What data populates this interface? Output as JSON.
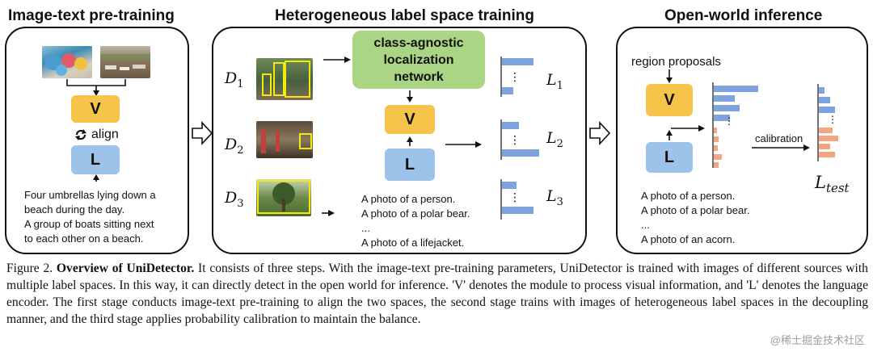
{
  "stages": {
    "pretrain": {
      "title": "Image-text pre-training",
      "v_label": "V",
      "l_label": "L",
      "align_label": "align",
      "captions": [
        "Four umbrellas lying down a",
        "beach during the day.",
        "A group of boats sitting next",
        "to each other on a beach."
      ]
    },
    "hetero": {
      "title": "Heterogeneous label space training",
      "localizer_lines": [
        "class-agnostic",
        "localization",
        "network"
      ],
      "v_label": "V",
      "l_label": "L",
      "datasets": [
        {
          "sym": "D",
          "sub": "1"
        },
        {
          "sym": "D",
          "sub": "2"
        },
        {
          "sym": "D",
          "sub": "3"
        }
      ],
      "losses": [
        {
          "sym": "L",
          "sub": "1"
        },
        {
          "sym": "L",
          "sub": "2"
        },
        {
          "sym": "L",
          "sub": "3"
        }
      ],
      "prompts": [
        "A photo of a person.",
        "A photo of a polar bear.",
        "...",
        "A photo of a lifejacket."
      ],
      "dots": "⋮"
    },
    "openworld": {
      "title": "Open-world inference",
      "proposals_label": "region proposals",
      "v_label": "V",
      "l_label": "L",
      "calibration_label": "calibration",
      "loss_sym": "L",
      "loss_sub": "test",
      "prompts": [
        "A photo of a person.",
        "A photo of a polar bear.",
        "...",
        "A photo of an acorn."
      ],
      "dots": "⋮"
    }
  },
  "colors": {
    "vision": "#f6c44a",
    "language": "#9ec3ea",
    "localizer": "#a9d585",
    "bar_blue": "#7fa3de",
    "bar_orange": "#f4a582"
  },
  "bar_levels": {
    "d1": [
      0.85,
      0.3
    ],
    "d2": [
      0.45,
      1.0
    ],
    "d3": [
      0.4,
      0.85
    ],
    "inference_blue": [
      0.95,
      0.45,
      0.55,
      0.35
    ],
    "inference_orange": [
      0.2,
      0.3,
      0.25,
      0.5,
      0.3
    ],
    "test_blue": [
      0.2,
      0.4,
      0.6
    ],
    "test_orange": [
      0.5,
      0.7,
      0.4,
      0.6
    ]
  },
  "caption": {
    "prefix": "Figure 2. ",
    "bold": "Overview of UniDetector.",
    "body": " It consists of three steps. With the image-text pre-training parameters, UniDetector is trained with images of different sources with multiple label spaces. In this way, it can directly detect in the open world for inference. 'V' denotes the module to process visual information, and 'L' denotes the language encoder. The first stage conducts image-text pre-training to align the two spaces, the second stage trains with images of heterogeneous label spaces in the decoupling manner, and the third stage applies probability calibration to maintain the balance."
  },
  "watermark": "@稀土掘金技术社区"
}
